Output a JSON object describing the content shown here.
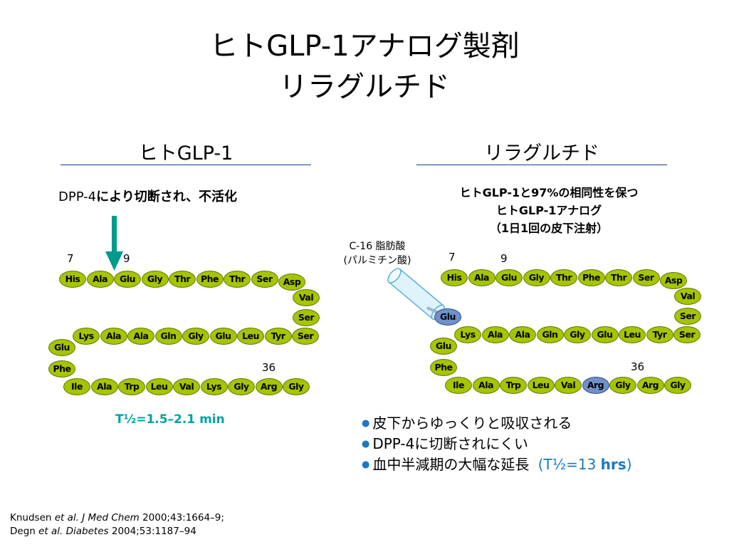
{
  "title_line1": "ヒトGLP-1アナログ製剤",
  "title_line2": "リラグルチド",
  "left": {
    "heading": "ヒトGLP-1",
    "note_prefix": "DPP-4",
    "note_rest": "により切断され、不活化",
    "pos_7": "7",
    "pos_9": "9",
    "pos_36": "36",
    "half_life": "T½=1.5–2.1 min",
    "row1": [
      "His",
      "Ala",
      "Glu",
      "Gly",
      "Thr",
      "Phe",
      "Thr",
      "Ser",
      "Asp"
    ],
    "right_col": [
      "Val",
      "Ser"
    ],
    "row2": [
      "Lys",
      "Ala",
      "Ala",
      "Gln",
      "Gly",
      "Glu",
      "Leu",
      "Tyr",
      "Ser"
    ],
    "left_col": [
      "Glu",
      "Phe"
    ],
    "row3": [
      "Ile",
      "Ala",
      "Trp",
      "Leu",
      "Val",
      "Lys",
      "Gly",
      "Arg",
      "Gly"
    ]
  },
  "right": {
    "heading": "リラグルチド",
    "note_line1": "ヒトGLP-1と97%の相同性を保つ",
    "note_line2": "ヒトGLP-1アナログ",
    "note_line3": "（1日1回の皮下注射）",
    "fatty_acid_line1": "C-16 脂肪酸",
    "fatty_acid_line2": "(パルミチン酸)",
    "pos_7": "7",
    "pos_9": "9",
    "pos_36": "36",
    "attached": "Glu",
    "row1": [
      "His",
      "Ala",
      "Glu",
      "Gly",
      "Thr",
      "Phe",
      "Thr",
      "Ser",
      "Asp"
    ],
    "right_col": [
      "Val",
      "Ser"
    ],
    "row2": [
      "Lys",
      "Ala",
      "Ala",
      "Gln",
      "Gly",
      "Glu",
      "Leu",
      "Tyr",
      "Ser"
    ],
    "left_col": [
      "Glu",
      "Phe"
    ],
    "row3": [
      "Ile",
      "Ala",
      "Trp",
      "Leu",
      "Val",
      "Arg",
      "Gly",
      "Arg",
      "Gly"
    ]
  },
  "bullets": [
    "皮下からゆっくりと吸収される",
    "DPP-4に切断されにくい",
    "血中半減期の大幅な延長"
  ],
  "bullet3_extra": {
    "open": "(T½=13 ",
    "bold": "hrs",
    "close": ")"
  },
  "citations": {
    "line1": {
      "author": "Knudsen ",
      "etal": "et al.",
      "journal": "J Med Chem",
      "ref": " 2000;43:1664–9;"
    },
    "line2": {
      "author": "Degn ",
      "etal": "et al.",
      "journal": "Diabetes",
      "ref": " 2004;53:1187–94"
    }
  },
  "colors": {
    "residue": "#a6c400",
    "substituted": "#7090c8",
    "arrow": "#009a8c",
    "half_life": "#00a3a3",
    "accent_blue": "#1a78c2"
  }
}
